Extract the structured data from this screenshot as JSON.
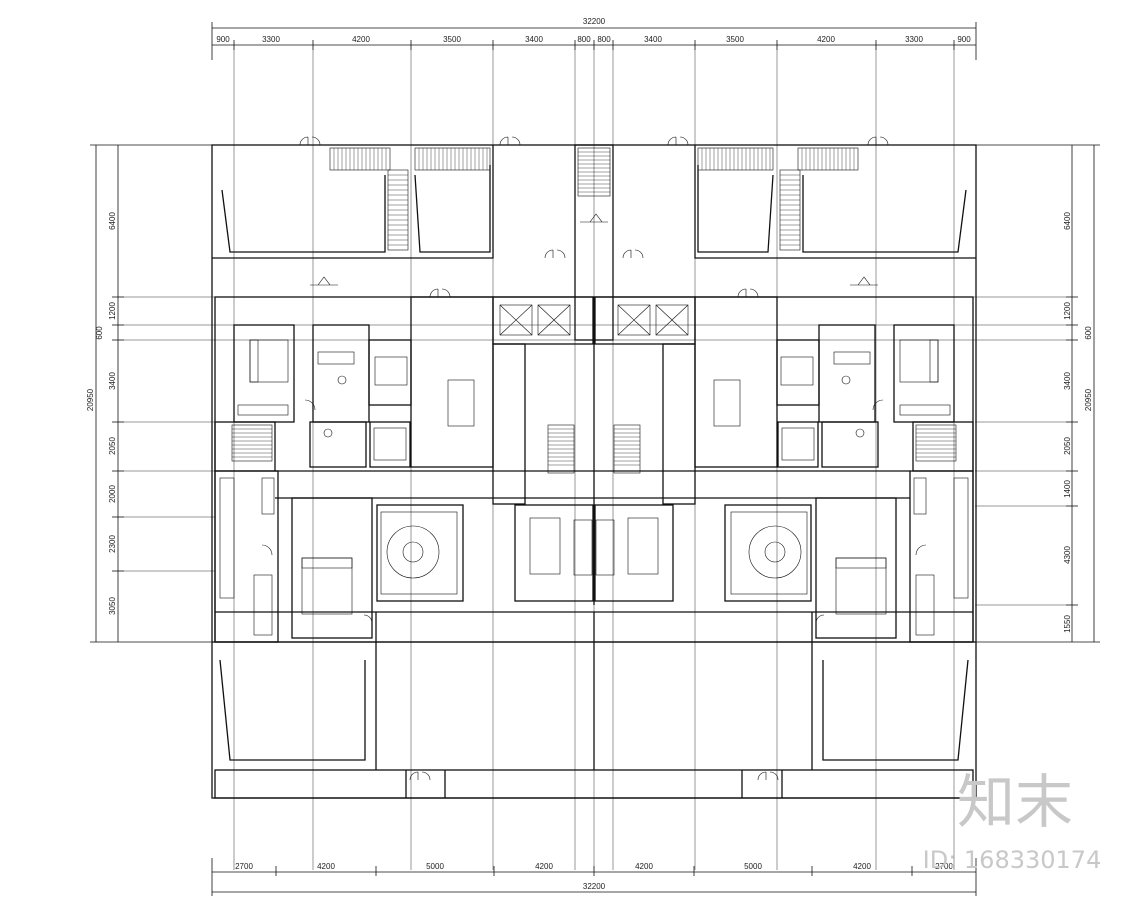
{
  "dimensions": {
    "overall_width": "32200",
    "top_segments": [
      "900",
      "3300",
      "4200",
      "3500",
      "3400",
      "800",
      "800",
      "3400",
      "3500",
      "4200",
      "3300",
      "900"
    ],
    "bottom_segments": [
      "2700",
      "4200",
      "5000",
      "4200",
      "4200",
      "5000",
      "4200",
      "2700"
    ],
    "left_segments": [
      "6400",
      "1200",
      "600",
      "3400",
      "2050",
      "2000",
      "2300",
      "3050"
    ],
    "left_total": "20950",
    "right_segments": [
      "6400",
      "1200",
      "600",
      "3400",
      "2050",
      "1400",
      "4300",
      "1550"
    ],
    "right_total": "20950"
  },
  "watermark": {
    "logo_text": "知末",
    "id_text": "ID: 168330174"
  },
  "colors": {
    "line": "#111111",
    "axis": "#333333",
    "watermark": "#c8c8c8"
  }
}
